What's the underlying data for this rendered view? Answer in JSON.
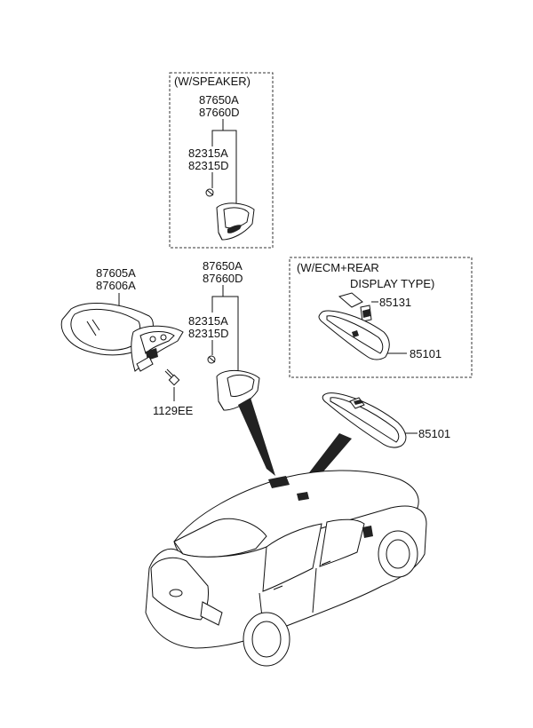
{
  "groups": {
    "speaker": {
      "title": "(W/SPEAKER)"
    },
    "ecm": {
      "title_line1": "(W/ECM+REAR",
      "title_line2": "DISPLAY TYPE)"
    }
  },
  "labels": {
    "speaker_top": "87650A",
    "speaker_bottom": "87660D",
    "speaker_screw_top": "82315A",
    "speaker_screw_bottom": "82315D",
    "mirror_outer_top": "87605A",
    "mirror_outer_bottom": "87606A",
    "bolt": "1129EE",
    "cover_top": "87650A",
    "cover_bottom": "87660D",
    "cover_screw_top": "82315A",
    "cover_screw_bottom": "82315D",
    "ecm_bracket": "85131",
    "ecm_mirror": "85101",
    "inside_mirror": "85101"
  }
}
